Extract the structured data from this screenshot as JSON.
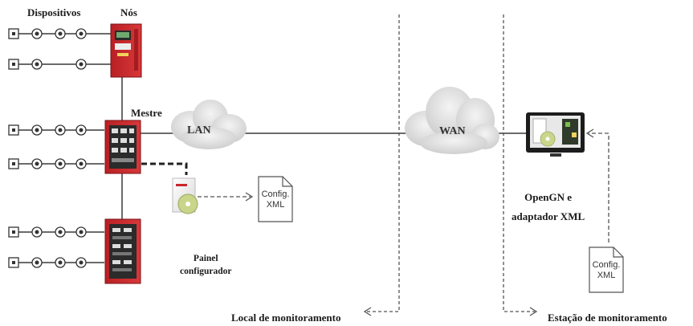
{
  "labels": {
    "devices": "Dispositivos",
    "nodes": "Nós",
    "master": "Mestre",
    "lan": "LAN",
    "wan": "WAN",
    "panel_line1": "Painel",
    "panel_line2": "configurador",
    "opengn_line1": "OpenGN e",
    "opengn_line2": "adaptador  XML",
    "local_station": "Local de monitoramento",
    "monitor_station": "Estação de monitoramento",
    "config_doc_1_line1": "Config.",
    "config_doc_1_line2": "XML",
    "config_doc_2_line1": "Config.",
    "config_doc_2_line2": "XML"
  },
  "colors": {
    "panel_red": "#c8282b",
    "line": "#3a3a3a",
    "dash": "#555555",
    "cloud": "#dcdcdc"
  },
  "icons": {
    "device": "circle-device-icon",
    "sensor": "square-device-icon",
    "panel": "fire-panel-icon",
    "cloud": "cloud-icon",
    "document": "document-icon",
    "monitor": "monitor-icon",
    "software": "software-box-icon"
  }
}
